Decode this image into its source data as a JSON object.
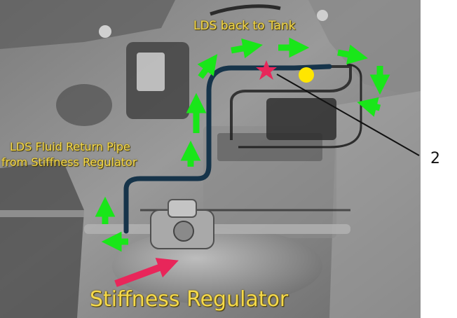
{
  "labels": {
    "back_to_tank": "LDS back to Tank",
    "return_pipe_line1": "LDS Fluid Return Pipe",
    "return_pipe_line2": "from Stiffness Regulator",
    "regulator": "Stiffness Regulator",
    "callout_number": "2"
  },
  "colors": {
    "arrow_green": "#19e619",
    "label_yellow": "#f5d94a",
    "star_red": "#e8265a",
    "arrow_red": "#e8265a",
    "dot_yellow": "#ffe600",
    "pipe": "#16344a"
  }
}
